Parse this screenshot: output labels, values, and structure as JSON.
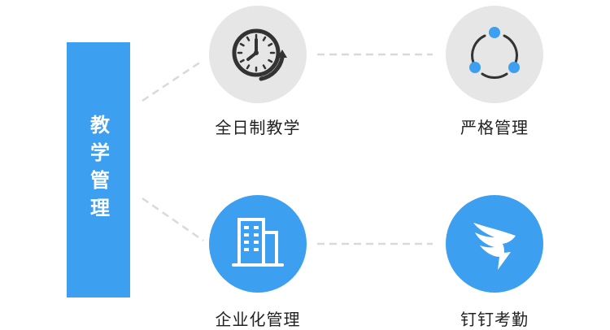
{
  "sidebar": {
    "title": "教学管理"
  },
  "nodes": [
    {
      "label": "全日制教学",
      "icon": "clock-cycle-icon",
      "style": "gray"
    },
    {
      "label": "严格管理",
      "icon": "cycle-dots-icon",
      "style": "gray"
    },
    {
      "label": "企业化管理",
      "icon": "office-building-icon",
      "style": "blue"
    },
    {
      "label": "钉钉考勤",
      "icon": "dingtalk-logo-icon",
      "style": "blue"
    }
  ],
  "colors": {
    "accent": "#3c9ff0",
    "gray": "#e6e6e6",
    "dash": "#d9d9d9",
    "text": "#222222"
  }
}
